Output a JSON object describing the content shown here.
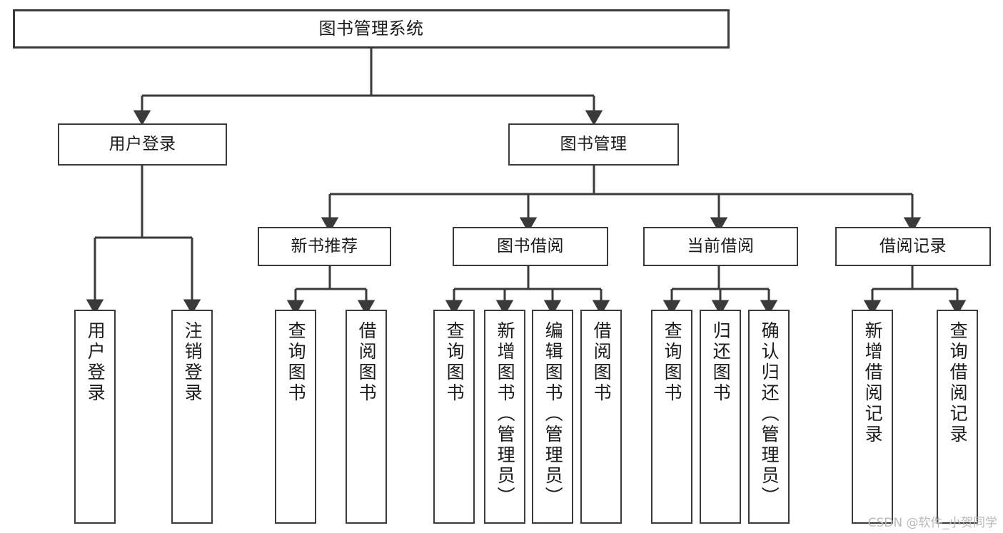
{
  "diagram": {
    "title": "图书管理系统",
    "type": "tree-hierarchy-chart",
    "orientation": "top-down",
    "colors": {
      "box_border": "#3a3a3a",
      "box_fill": "#ffffff",
      "connector": "#3a3a3a",
      "text": "#1b1b1b",
      "watermark": "#b9b9b9"
    },
    "watermark": "CSDN @软件_小贺同学"
  },
  "nodes": {
    "root": {
      "label": "图书管理系统"
    },
    "level1": [
      {
        "label": "用户登录"
      },
      {
        "label": "图书管理"
      }
    ],
    "level2": [
      {
        "label": "新书推荐"
      },
      {
        "label": "图书借阅"
      },
      {
        "label": "当前借阅"
      },
      {
        "label": "借阅记录"
      }
    ],
    "leaves": {
      "user_login": [
        {
          "label": "用户登录"
        },
        {
          "label": "注销登录"
        }
      ],
      "new_book_recommend": [
        {
          "label": "查询图书"
        },
        {
          "label": "借阅图书"
        }
      ],
      "book_borrow": [
        {
          "label": "查询图书"
        },
        {
          "label": "新增图书（管理员）"
        },
        {
          "label": "编辑图书（管理员）"
        },
        {
          "label": "借阅图书"
        }
      ],
      "current_borrow": [
        {
          "label": "查询图书"
        },
        {
          "label": "归还图书"
        },
        {
          "label": "确认归还（管理员）"
        }
      ],
      "borrow_record": [
        {
          "label": "新增借阅记录"
        },
        {
          "label": "查询借阅记录"
        }
      ]
    }
  }
}
